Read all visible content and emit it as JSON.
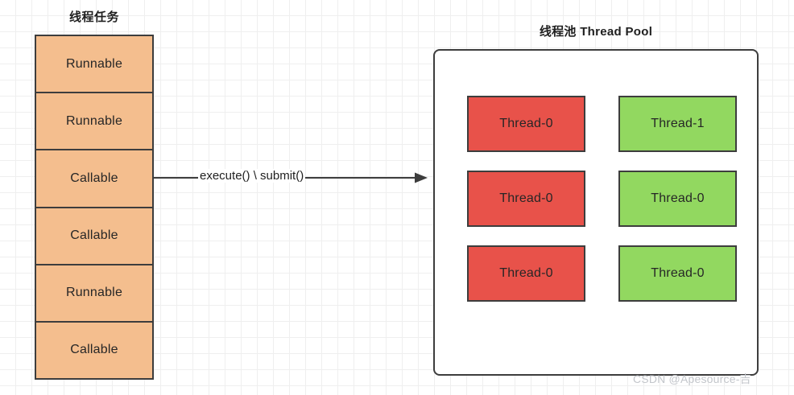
{
  "left_panel": {
    "title": "线程任务",
    "tasks": [
      {
        "label": "Runnable"
      },
      {
        "label": "Runnable"
      },
      {
        "label": "Callable"
      },
      {
        "label": "Callable"
      },
      {
        "label": "Runnable"
      },
      {
        "label": "Callable"
      }
    ],
    "fill_color": "#f4be8e",
    "border_color": "#3d3d3d"
  },
  "arrow": {
    "label": "execute() \\ submit()",
    "direction": "right",
    "color": "#3d3d3d"
  },
  "right_panel": {
    "title": "线程池 Thread Pool",
    "border_color": "#3d3d3d",
    "threads": [
      {
        "label": "Thread-0",
        "color": "#e8524a",
        "state": "busy"
      },
      {
        "label": "Thread-1",
        "color": "#92d860",
        "state": "idle"
      },
      {
        "label": "Thread-0",
        "color": "#e8524a",
        "state": "busy"
      },
      {
        "label": "Thread-0",
        "color": "#92d860",
        "state": "idle"
      },
      {
        "label": "Thread-0",
        "color": "#e8524a",
        "state": "busy"
      },
      {
        "label": "Thread-0",
        "color": "#92d860",
        "state": "idle"
      }
    ]
  },
  "watermark": {
    "text": "CSDN @Apesource-吉"
  }
}
